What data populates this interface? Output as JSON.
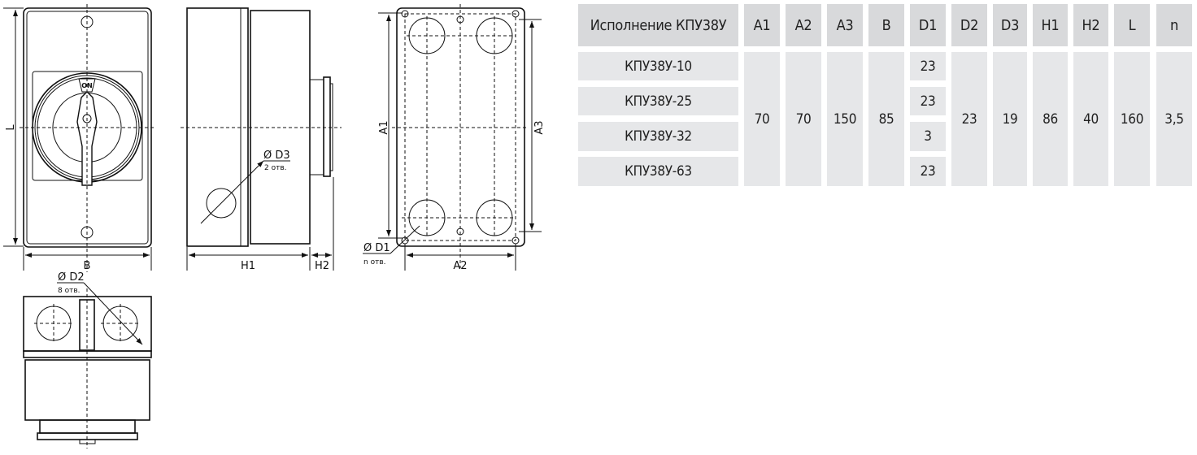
{
  "drawings": {
    "front": {
      "dim_L": "L",
      "dim_B": "B",
      "handle_label": "ON"
    },
    "side": {
      "hole_label": "Ø D3",
      "hole_count": "2 отв.",
      "dim_H1": "H1",
      "dim_H2": "H2"
    },
    "back": {
      "dim_A1": "A1",
      "dim_A2": "A2",
      "dim_A3": "A3",
      "hole_label": "Ø D1",
      "hole_count": "n отв."
    },
    "bottom": {
      "hole_label": "Ø D2",
      "hole_count": "8 отв."
    }
  },
  "table": {
    "headers": [
      "Исполнение КПУ38У",
      "A1",
      "A2",
      "A3",
      "B",
      "D1",
      "D2",
      "D3",
      "H1",
      "H2",
      "L",
      "n"
    ],
    "variants": [
      "КПУ38У-10",
      "КПУ38У-25",
      "КПУ38У-32",
      "КПУ38У-63"
    ],
    "d1": [
      "23",
      "23",
      "3",
      "23"
    ],
    "shared": {
      "A1": "70",
      "A2": "70",
      "A3": "150",
      "B": "85",
      "D2": "23",
      "D3": "19",
      "H1": "86",
      "H2": "40",
      "L": "160",
      "n": "3,5"
    }
  }
}
